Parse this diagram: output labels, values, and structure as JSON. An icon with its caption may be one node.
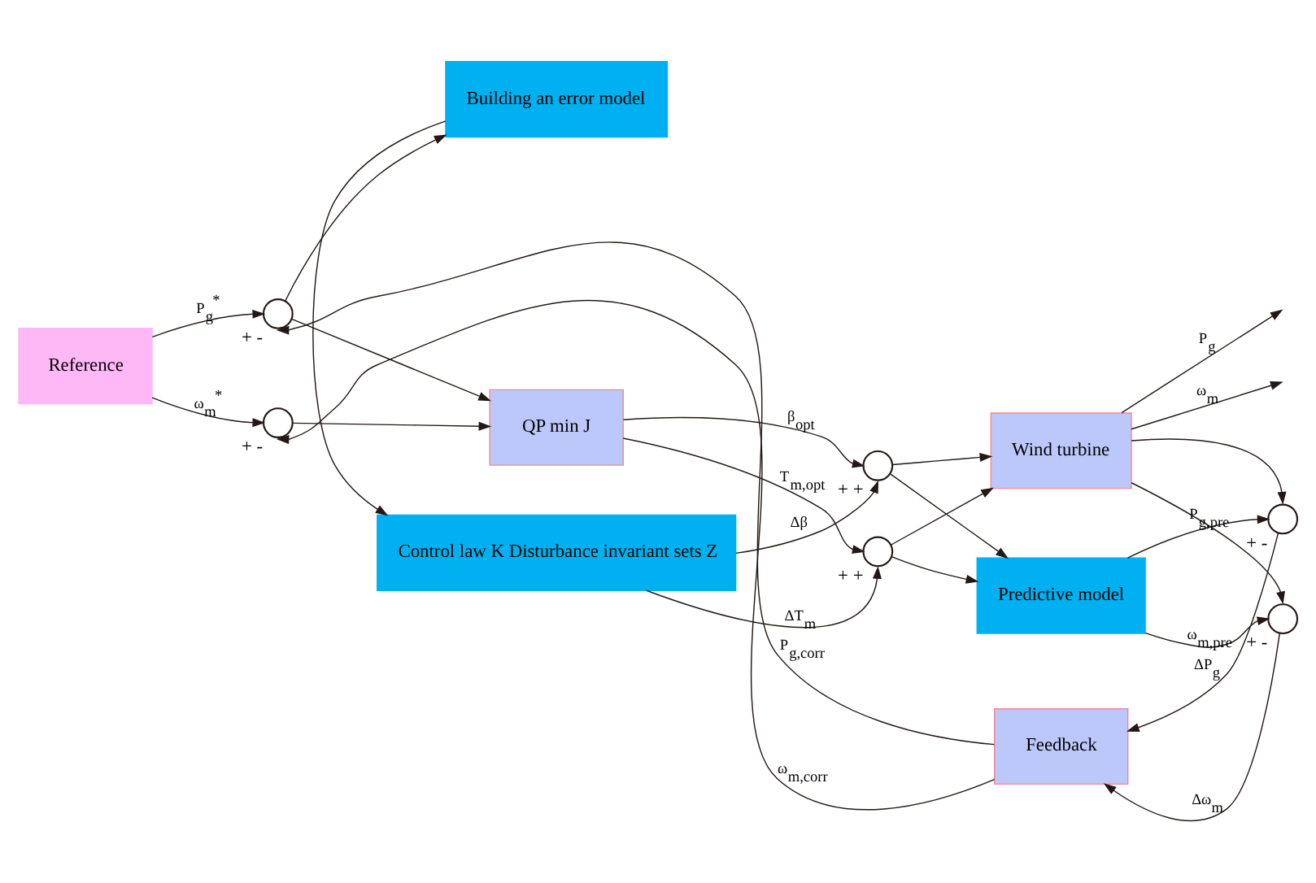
{
  "diagram": {
    "nodes": [
      {
        "text": [
          "Reference"
        ]
      },
      {
        "text": [],
        "shape": "circle",
        "beside": [
          "+",
          "-"
        ]
      },
      {
        "text": [],
        "shape": "circle",
        "beside": [
          "+",
          "-"
        ]
      },
      {
        "text": [
          "QP min J"
        ]
      },
      {
        "text": [],
        "shape": "circle",
        "beside": [
          "+",
          "+"
        ]
      },
      {
        "text": [],
        "shape": "circle",
        "beside": [
          "+",
          "+"
        ]
      },
      {
        "text": [
          "Wind turbine"
        ]
      },
      {
        "text": [
          "Building an error model"
        ]
      },
      {
        "text": [
          "Control law K Disturbance invariant sets Z"
        ]
      },
      {
        "text": [
          "Predictive model"
        ]
      },
      {
        "text": [],
        "shape": "circle",
        "beside": [
          "+",
          "-"
        ]
      },
      {
        "text": [],
        "shape": "circle",
        "beside": [
          "+",
          "-"
        ]
      },
      {
        "text": [
          "Feedback"
        ]
      }
    ],
    "edges": [
      {
        "from": 0,
        "to": 1,
        "arrow": "to",
        "label": "P$_{g}$$^{*}$"
      },
      {
        "from": 0,
        "to": 2,
        "arrow": "to",
        "label": "ω$_{m}$$^{*}$"
      },
      {
        "from": 1,
        "to": 3,
        "arrow": "to"
      },
      {
        "from": 2,
        "to": 3,
        "arrow": "to"
      },
      {
        "from": 1,
        "to": 7,
        "arrow": "to"
      },
      {
        "from": 7,
        "to": 8,
        "arrow": "to"
      },
      {
        "from": 3,
        "to": 4,
        "arrow": "to",
        "label": "β$_{opt}$"
      },
      {
        "from": 3,
        "to": 5,
        "arrow": "to",
        "label": "T$_{m,opt}$"
      },
      {
        "from": 8,
        "to": 4,
        "arrow": "to",
        "label": "Δβ"
      },
      {
        "from": 8,
        "to": 5,
        "arrow": "to",
        "label": "ΔT$_{m}$"
      },
      {
        "from": 4,
        "to": 6,
        "arrow": "to"
      },
      {
        "from": 5,
        "to": 6,
        "arrow": "to"
      },
      {
        "from": 4,
        "to": 9,
        "arrow": "to"
      },
      {
        "from": 5,
        "to": 9,
        "arrow": "to"
      },
      {
        "from": 6,
        "to": null,
        "arrow": "to",
        "label": "P$_{g}$"
      },
      {
        "from": 6,
        "to": null,
        "arrow": "to",
        "label": "ω$_{m}$"
      },
      {
        "from": 6,
        "to": 10,
        "arrow": "to"
      },
      {
        "from": 6,
        "to": 11,
        "arrow": "to"
      },
      {
        "from": 9,
        "to": 10,
        "arrow": "to",
        "label": "P$_{g,pre}$"
      },
      {
        "from": 9,
        "to": 11,
        "arrow": "to",
        "label": "ω$_{m,pre}$"
      },
      {
        "from": 10,
        "to": 12,
        "arrow": "to",
        "label": "ΔP$_{g}$"
      },
      {
        "from": 11,
        "to": 12,
        "arrow": "to",
        "label": "Δω$_{m}$"
      },
      {
        "from": 12,
        "to": 1,
        "arrow": "to",
        "label": "P$_{g,corr}$"
      },
      {
        "from": 12,
        "to": 2,
        "arrow": "to",
        "label": "ω$_{m,corr}$"
      }
    ]
  }
}
